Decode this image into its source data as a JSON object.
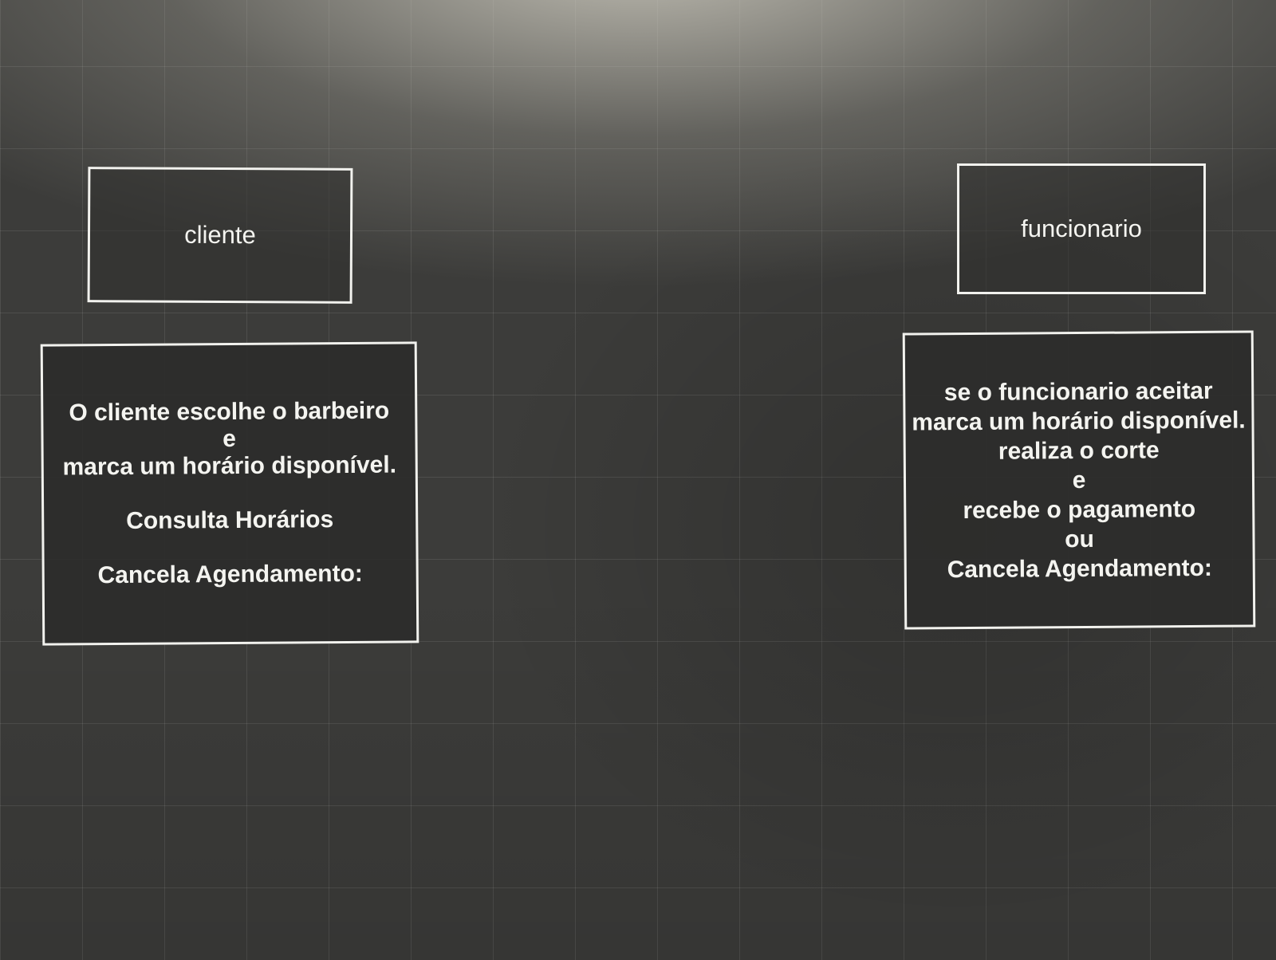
{
  "diagram": {
    "cliente": {
      "title": "cliente",
      "lines": [
        "O cliente escolhe o barbeiro",
        "e",
        "marca um horário disponível.",
        "Consulta Horários",
        "Cancela Agendamento:"
      ]
    },
    "funcionario": {
      "title": "funcionario",
      "lines": [
        "se o funcionario aceitar",
        "marca um horário disponível.",
        "realiza o corte",
        "e",
        "recebe o pagamento",
        "ou",
        "Cancela Agendamento:"
      ]
    }
  },
  "colors": {
    "background": "#3c3c3a",
    "box_border": "#f2f2ee",
    "text": "#f4f4f0"
  }
}
